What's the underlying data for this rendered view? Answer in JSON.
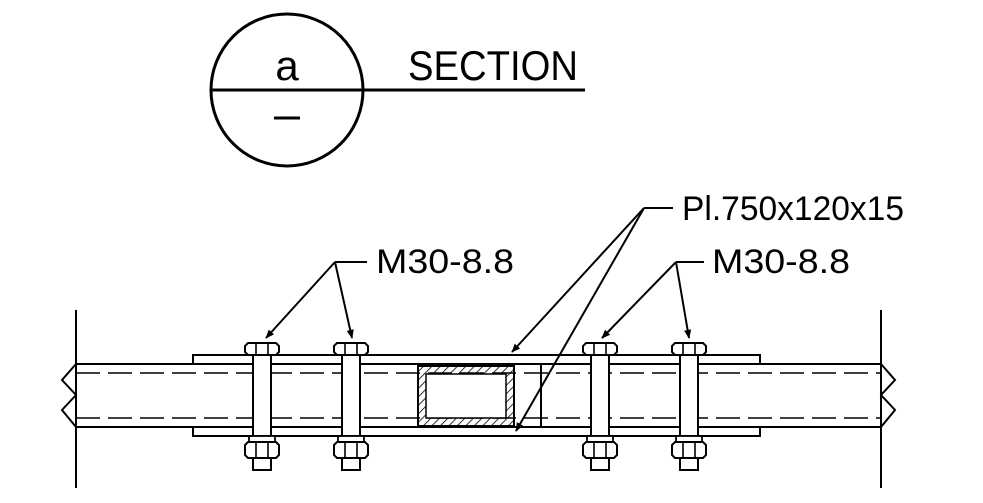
{
  "section_marker": {
    "symbol": "a",
    "title": "SECTION"
  },
  "labels": {
    "plate": "Pl.750x120x15",
    "bolts_left": "M30-8.8",
    "bolts_right": "M30-8.8"
  }
}
